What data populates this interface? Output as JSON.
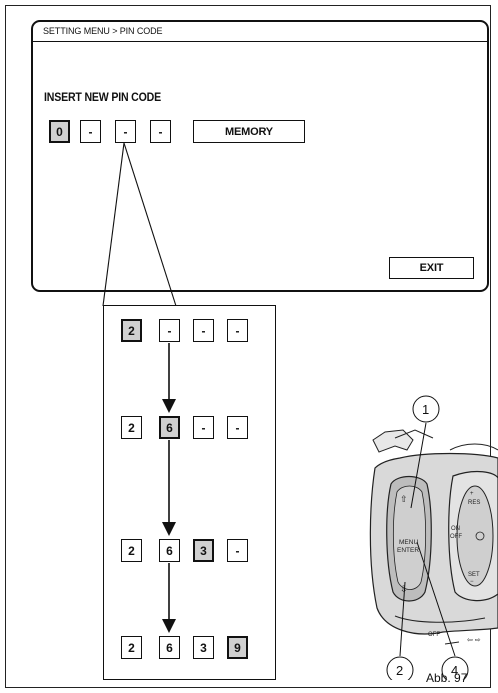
{
  "breadcrumb": "SETTING MENU > PIN CODE",
  "heading": "INSERT NEW PIN CODE",
  "pin_digits": [
    "0",
    "-",
    "-",
    "-"
  ],
  "memory_label": "MEMORY",
  "exit_label": "EXIT",
  "sequence": [
    [
      "2",
      "-",
      "-",
      "-"
    ],
    [
      "2",
      "6",
      "-",
      "-"
    ],
    [
      "2",
      "6",
      "3",
      "-"
    ],
    [
      "2",
      "6",
      "3",
      "9"
    ]
  ],
  "sequence_active_index": [
    0,
    1,
    2,
    3
  ],
  "switch_labels": {
    "menu": "MENU",
    "enter": "ENTER",
    "res": "RES",
    "set": "SET",
    "on": "ON",
    "off": "OFF",
    "ignition_off": "OFF",
    "plus": "+",
    "minus": "−"
  },
  "callouts": [
    "1",
    "2",
    "4"
  ],
  "figure_caption": "Abb. 97",
  "colors": {
    "active_box": "#d0d0d0",
    "line": "#111111"
  }
}
